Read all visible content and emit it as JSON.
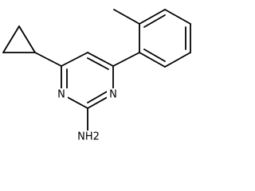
{
  "structure": {
    "atoms": [
      {
        "id": "n1",
        "label": "N"
      },
      {
        "id": "n2",
        "label": "N"
      },
      {
        "id": "nh2",
        "label": "NH2"
      }
    ]
  }
}
